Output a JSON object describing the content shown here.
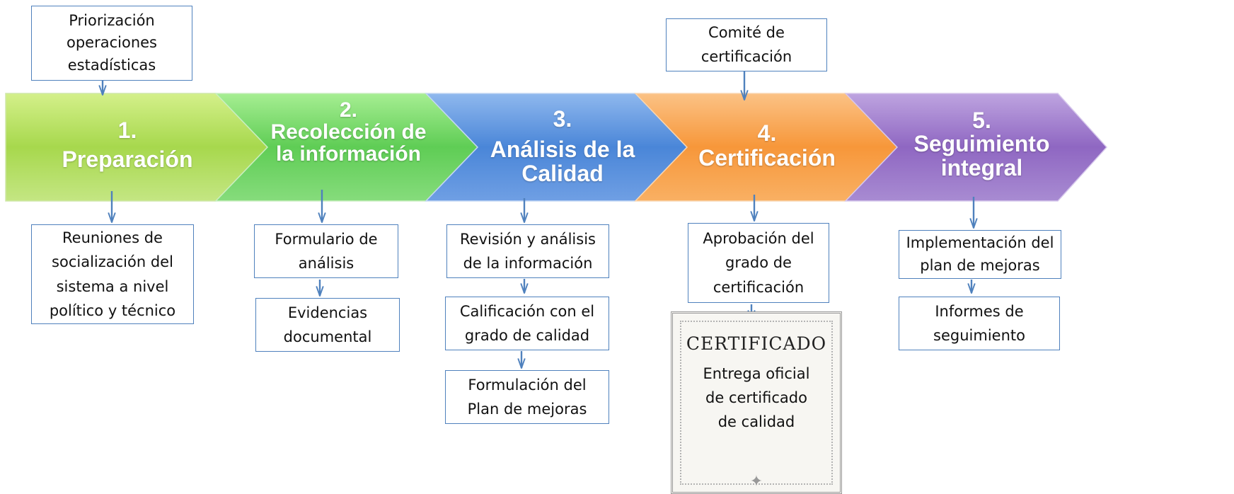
{
  "colors": {
    "stage1": "#a7d84d",
    "stage2": "#5fcd55",
    "stage3": "#4a86d8",
    "stage4": "#f7973a",
    "stage5": "#8f67c2",
    "box_border": "#4f81bd",
    "connector": "#4f81bd"
  },
  "stages": [
    {
      "number": "1.",
      "title": "Preparación"
    },
    {
      "number": "2.",
      "title": "Recolección de la información"
    },
    {
      "number": "3.",
      "title": "Análisis de la Calidad"
    },
    {
      "number": "4.",
      "title": "Certificación"
    },
    {
      "number": "5.",
      "title": "Seguimiento integral"
    }
  ],
  "inputs": {
    "priorizacion": [
      "Priorización",
      "operaciones",
      "estadísticas"
    ],
    "comite": [
      "Comité de",
      "certificación"
    ]
  },
  "outputs": {
    "reuniones": [
      "Reuniones de",
      "socialización del",
      "sistema a nivel",
      "político y técnico"
    ],
    "formulario": [
      "Formulario de",
      "análisis"
    ],
    "evidencias": [
      "Evidencias",
      "documental"
    ],
    "revision": [
      "Revisión y análisis",
      "de la información"
    ],
    "calificacion": [
      "Calificación con el",
      "grado de calidad"
    ],
    "formulacion": [
      "Formulación del",
      "Plan de mejoras"
    ],
    "aprobacion": [
      "Aprobación del",
      "grado de",
      "certificación"
    ],
    "implementacion": [
      "Implementación del",
      "plan de mejoras"
    ],
    "informes": [
      "Informes de",
      "seguimiento"
    ]
  },
  "certificate": {
    "heading": "CERTIFICADO",
    "body": [
      "Entrega oficial",
      "de certificado",
      "de calidad"
    ]
  }
}
